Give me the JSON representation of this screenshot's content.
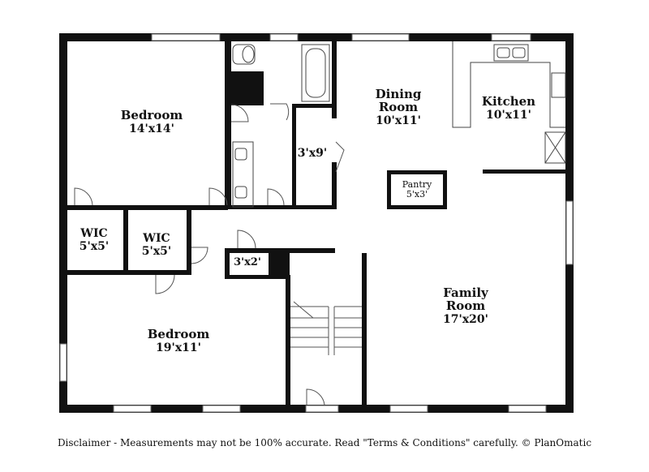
{
  "rooms": {
    "bedroom_1": {
      "name": "Bedroom",
      "size": "14'x14'"
    },
    "bath_closet": {
      "name": "",
      "size": "3'x9'"
    },
    "dining": {
      "name_line1": "Dining",
      "name_line2": "Room",
      "size": "10'x11'"
    },
    "kitchen": {
      "name": "Kitchen",
      "size": "10'x11'"
    },
    "pantry": {
      "name": "Pantry",
      "size": "5'x3'"
    },
    "wic_1": {
      "name": "WIC",
      "size": "5'x5'"
    },
    "wic_2": {
      "name": "WIC",
      "size": "5'x5'"
    },
    "closet_small": {
      "size": "3'x2'"
    },
    "family": {
      "name_line1": "Family",
      "name_line2": "Room",
      "size": "17'x20'"
    },
    "bedroom_2": {
      "name": "Bedroom",
      "size": "19'x11'"
    }
  },
  "disclaimer": "Disclaimer - Measurements may not be 100% accurate. Read \"Terms & Conditions\" carefully. © PlanOmatic"
}
